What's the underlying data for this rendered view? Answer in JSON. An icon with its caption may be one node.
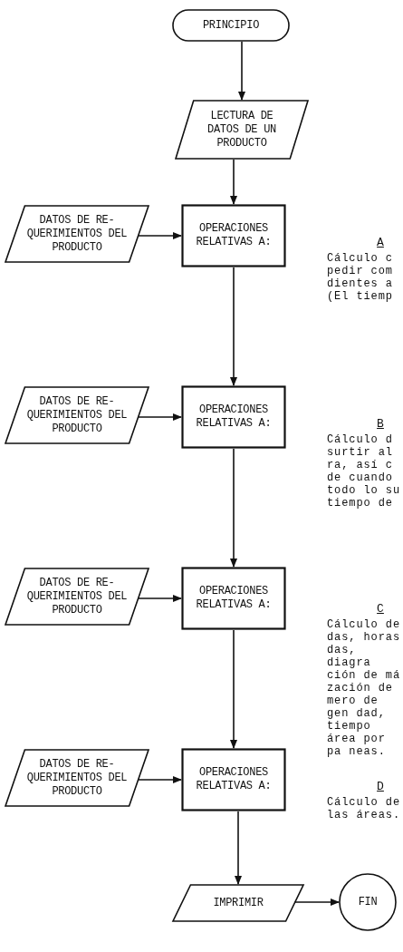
{
  "diagram": {
    "nodes": [
      {
        "text": [
          "PRINCIPIO"
        ]
      },
      {
        "text": [
          "LECTURA DE DATOS DE UN PRODUCTO"
        ]
      },
      {
        "text": [
          "DATOS DE RE- QUERIMIENTOS DEL PRODUCTO"
        ]
      },
      {
        "text": [
          "OPERACIONES RELATIVAS A:"
        ]
      },
      {
        "text": [
          "DATOS DE RE- QUERIMIENTOS DEL PRODUCTO"
        ]
      },
      {
        "text": [
          "OPERACIONES RELATIVAS A:"
        ]
      },
      {
        "text": [
          "DATOS DE RE- QUERIMIENTOS DEL PRODUCTO"
        ]
      },
      {
        "text": [
          "OPERACIONES RELATIVAS A:"
        ]
      },
      {
        "text": [
          "DATOS DE RE- QUERIMIENTOS DEL PRODUCTO"
        ]
      },
      {
        "text": [
          "OPERACIONES RELATIVAS A:"
        ]
      },
      {
        "text": [
          "IMPRIMIR"
        ]
      },
      {
        "text": [
          "FIN"
        ]
      }
    ],
    "edges": [
      {
        "from": 0,
        "to": 1,
        "arrow": "to"
      },
      {
        "from": 1,
        "to": 3,
        "arrow": "to"
      },
      {
        "from": 2,
        "to": 3,
        "arrow": "to"
      },
      {
        "from": 3,
        "to": 5,
        "arrow": "to"
      },
      {
        "from": 4,
        "to": 5,
        "arrow": "to"
      },
      {
        "from": 5,
        "to": 7,
        "arrow": "to"
      },
      {
        "from": 6,
        "to": 7,
        "arrow": "to"
      },
      {
        "from": 7,
        "to": 9,
        "arrow": "to"
      },
      {
        "from": 8,
        "to": 9,
        "arrow": "to"
      },
      {
        "from": 9,
        "to": 10,
        "arrow": "to"
      },
      {
        "from": 10,
        "to": 11,
        "arrow": "to"
      }
    ],
    "labels": [
      "A",
      "Cálculo c pedir com dientes a (El tiemp",
      "B",
      "Cálculo d surtir al ra, así c de cuando todo lo su tiempo de",
      "C",
      "Cálculo de das, horas das, diagra ción de má zación de mero de gen dad, tiempo área por pa neas.",
      "D",
      "Cálculo de las áreas."
    ]
  }
}
